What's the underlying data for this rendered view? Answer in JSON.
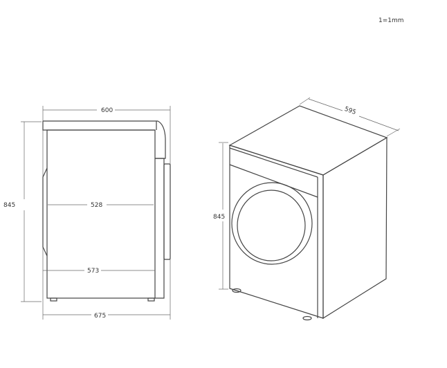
{
  "scale_note": "1=1mm",
  "side_view": {
    "top_width": "600",
    "height": "845",
    "inner_depth": "528",
    "body_depth": "573",
    "total_depth": "675"
  },
  "iso_view": {
    "height": "845",
    "width": "595"
  }
}
